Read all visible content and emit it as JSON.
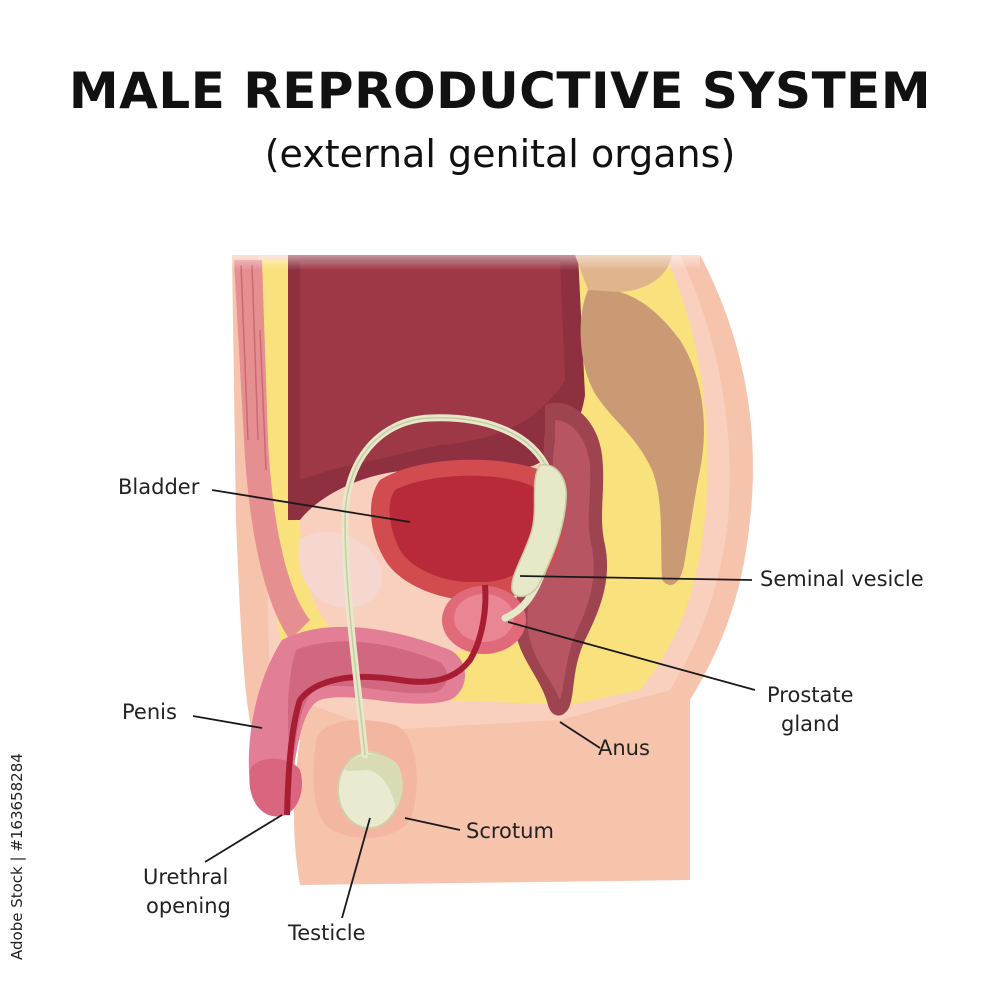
{
  "title": "MALE REPRODUCTIVE SYSTEM",
  "subtitle": "(external genital organs)",
  "labels": {
    "bladder": "Bladder",
    "seminal_vesicle": "Seminal vesicle",
    "prostate_line1": "Prostate",
    "prostate_line2": "gland",
    "penis": "Penis",
    "anus": "Anus",
    "scrotum": "Scrotum",
    "urethral_line1": "Urethral",
    "urethral_line2": "opening",
    "testicle": "Testicle"
  },
  "credit": "Adobe Stock | #163658284",
  "colors": {
    "skin": "#f6c3ad",
    "fat": "#f9e27e",
    "muscle": "#8e3040",
    "bladder": "#b8293a",
    "penis": "#e27f96",
    "duct": "#e6e8c8",
    "rectum": "#9e4350",
    "stool": "#c99a73"
  }
}
